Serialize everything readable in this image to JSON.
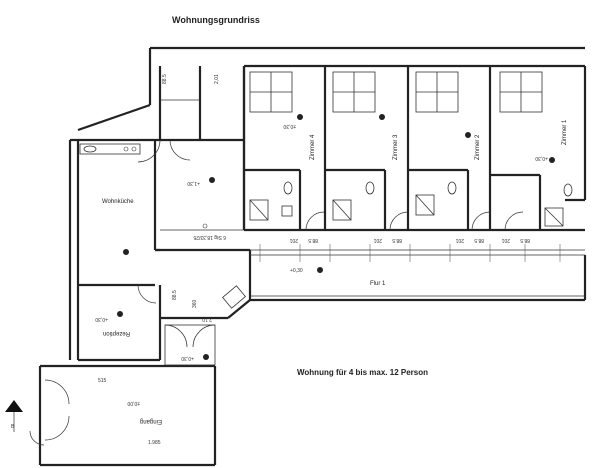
{
  "header": {
    "title": "Wohnungsgrundriss"
  },
  "info": {
    "apartment": "Wohnung für 4 bis max. 12 Person"
  },
  "rooms": {
    "zimmer4": "Zimmer 4",
    "zimmer3": "Zimmer 3",
    "zimmer2": "Zimmer 2",
    "zimmer1": "Zimmer 1",
    "wohnkueche": "Wohnküche",
    "rezeption": "Rezeption",
    "flur": "Flur 1",
    "eingang": "Eingang"
  },
  "levels": {
    "z4": "±0,30",
    "z1": "+0,30",
    "kitchen_top": "+1,30",
    "flur": "+0,30",
    "rezeption": "+0,30",
    "lobby": "+0,30",
    "eingang": "±0,00"
  },
  "dimensions": {
    "d1": "88.5",
    "d2": "201",
    "d3": "88.5",
    "d4": "201",
    "d5": "88.5",
    "d6": "201",
    "d7": "88.5",
    "d8": "201",
    "stairs": "6 Stg 18,33/25",
    "side1": "2,01",
    "side2": "88.5",
    "r1": "88.5",
    "r2": "2,01",
    "l1": "515",
    "c1": "1.985",
    "p1": "360",
    "p2": "2,10"
  },
  "north": {
    "label": "B"
  },
  "icons": {
    "toilet": "toilet-icon",
    "shower": "shower-icon",
    "bed": "bed-icon",
    "north_arrow": "north-arrow-icon",
    "sink": "sink-icon"
  }
}
